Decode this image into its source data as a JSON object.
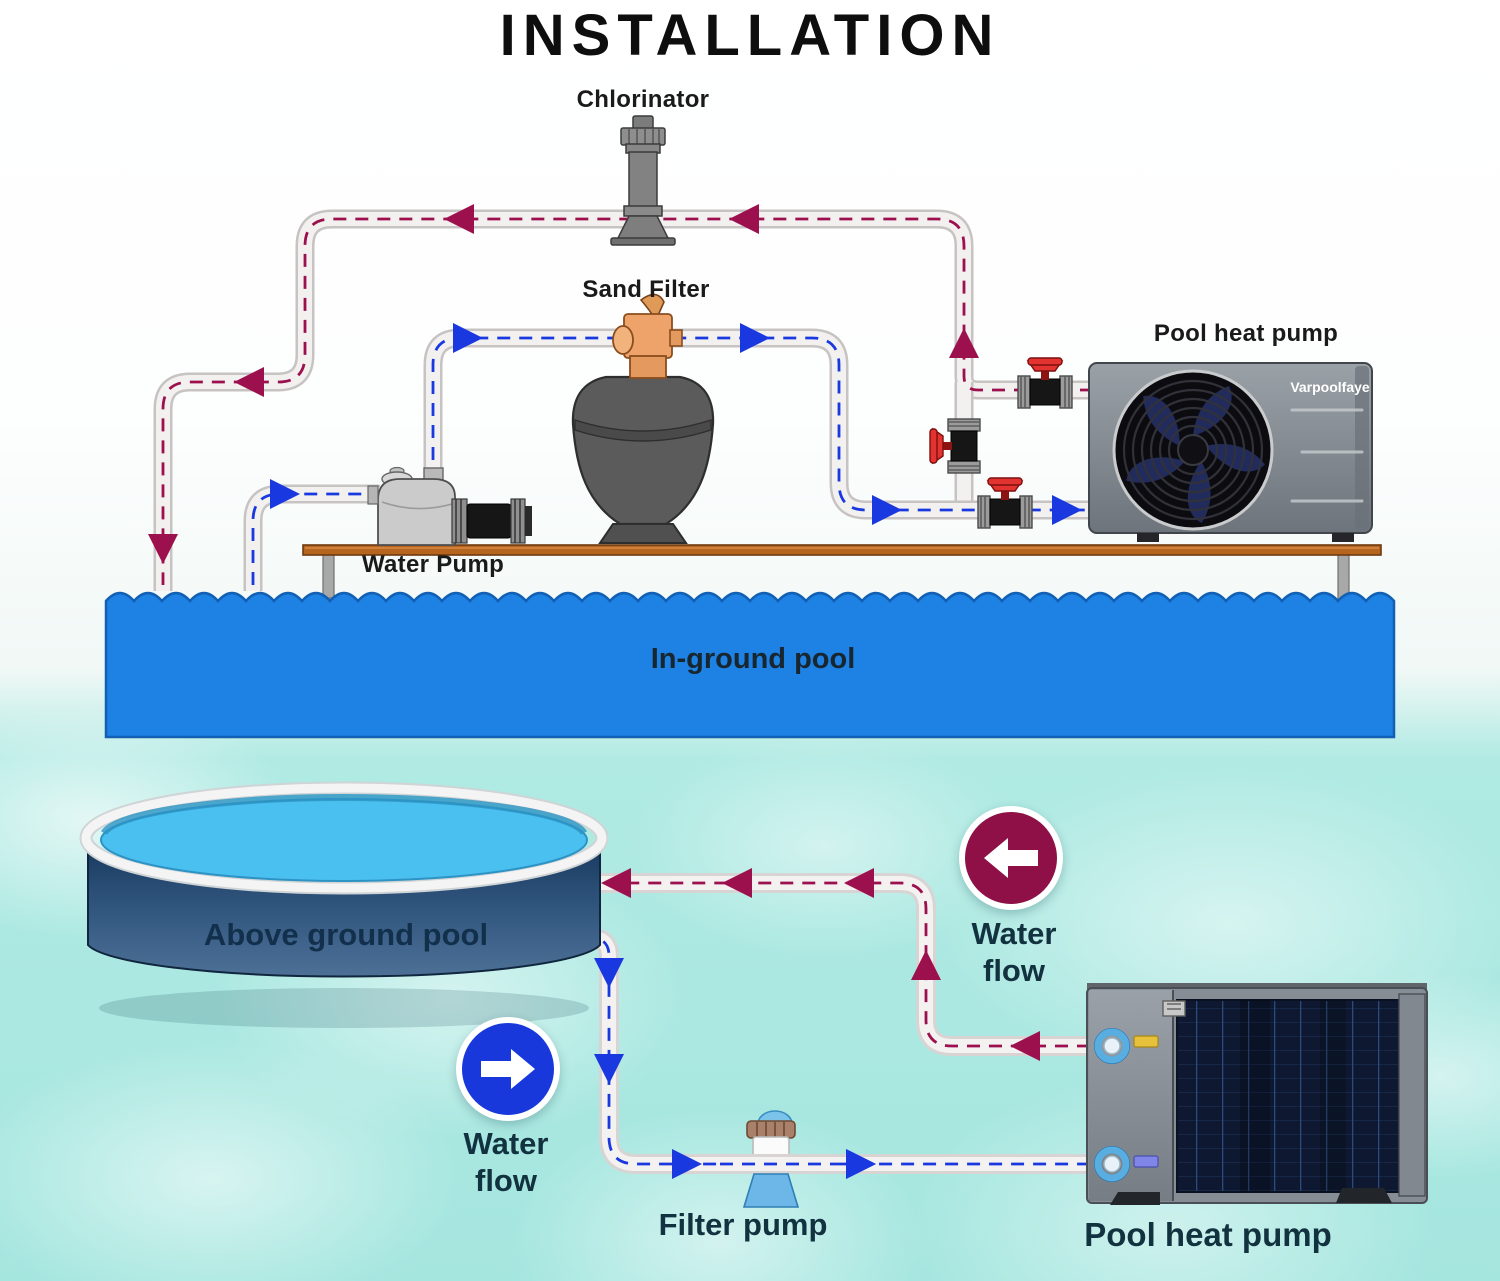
{
  "title": "INSTALLATION",
  "top_diagram": {
    "chlorinator_label": "Chlorinator",
    "sand_filter_label": "Sand Filter",
    "water_pump_label": "Water Pump",
    "heat_pump_label": "Pool heat pump",
    "heat_pump_brand": "Varpoolfaye",
    "pool_label": "In-ground pool"
  },
  "bottom_diagram": {
    "pool_label": "Above ground pool",
    "return_flow_label": "Water flow",
    "supply_flow_label": "Water flow",
    "filter_pump_label": "Filter pump",
    "heat_pump_label": "Pool heat pump"
  },
  "colors": {
    "return_flow": "#9b104d",
    "supply_flow": "#1a38e0",
    "pool_water": "#1e81e4",
    "aqua_background": "#b0eae3",
    "pipe_fill": "#f3f1f0",
    "valve_handle": "#e23330",
    "platform_wood": "#b express5651d",
    "heat_pump_body": "#82898f"
  }
}
